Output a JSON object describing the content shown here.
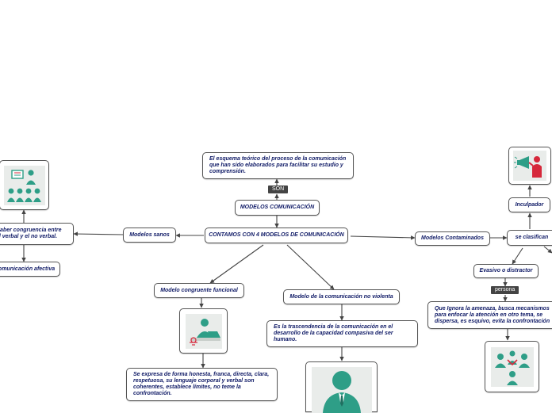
{
  "colors": {
    "node_text": "#0f1a66",
    "node_border": "#555555",
    "connector": "#444444",
    "tag_bg": "#444444",
    "icon_teal": "#2e9e87",
    "icon_red": "#d6283b",
    "icon_bg": "#e9ecea"
  },
  "nodes": {
    "definition": "El esquema teórico del proceso de la comunicación que han sido elaborados para facilitar su estudio y comprensión.",
    "son": "SON",
    "modelos": "MODELOS COMUNICACIÓN",
    "contamos": "CONTAMOS CON 4 MODELOS DE COMUNICACIÓN",
    "sanos": "Modelos sanos",
    "congruencia": "Haber congruencia entre el verbal y el no verbal.",
    "afectiva": "Comunicación afectiva",
    "contaminados": "Modelos Contaminados",
    "clasifican": "se clasifican",
    "inculpador": "Inculpador",
    "evasivo": "Evasivo o distractor",
    "persona": "persona",
    "ignora": "Que Ignora la amenaza, busca mecanismos para enfocar la atención en otro tema, se dispersa, es esquivo, evita la confrontación",
    "congruente": "Modelo congruente funcional",
    "expresa": "Se expresa de forma honesta, franca, directa, clara, respetuosa, su lenguaje corporal y verbal son coherentes, establece límites, no teme la confrontación.",
    "noviolenta": "Modelo de la comunicación no violenta",
    "trascendencia": "Es la trascendencia de la comunicación en el desarrollo de la capacidad compasiva del ser humano."
  },
  "icons": {
    "sanos_image": "classroom-presentation-icon",
    "inculpador_image": "megaphone-person-icon",
    "evasivo_image": "group-conflict-icon",
    "congruente_image": "office-worker-icon",
    "noviolenta_image": "businessman-icon"
  }
}
